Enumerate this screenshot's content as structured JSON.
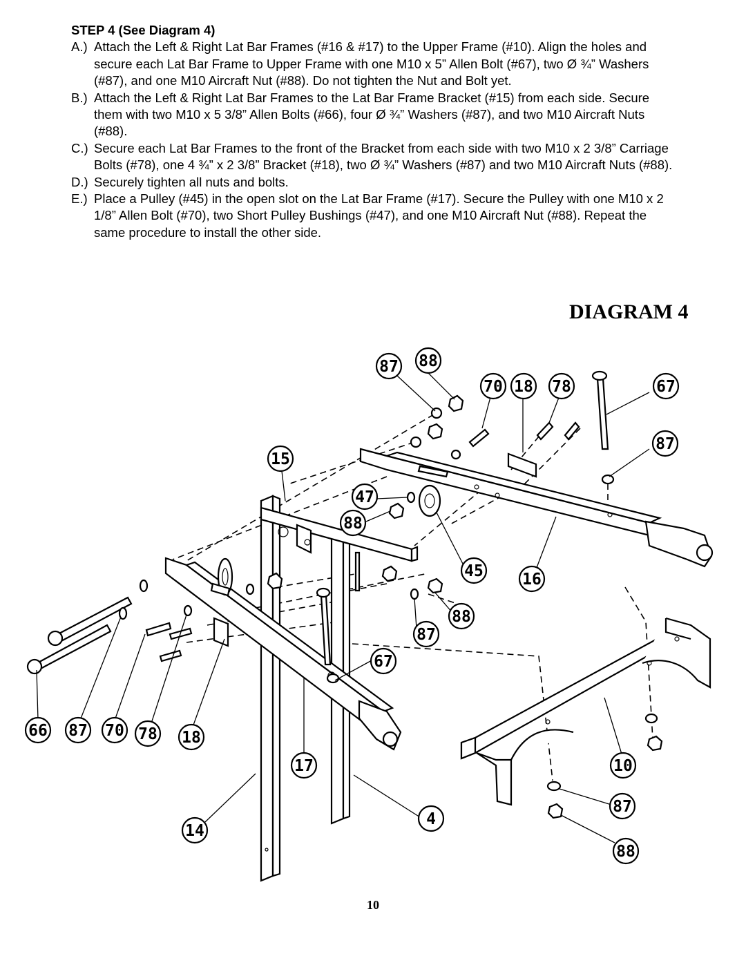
{
  "instructions": {
    "heading": "STEP 4   (See Diagram 4)",
    "steps": [
      {
        "marker": "A.)",
        "text": "Attach the Left & Right Lat Bar Frames (#16 & #17) to the Upper Frame (#10). Align the holes and secure each Lat Bar Frame to Upper Frame with one M10 x 5” Allen Bolt (#67), two Ø ¾” Washers (#87), and one M10 Aircraft Nut (#88). Do not tighten the Nut and Bolt yet."
      },
      {
        "marker": "B.)",
        "text": "Attach the Left & Right Lat Bar Frames to the Lat Bar Frame Bracket (#15) from each side. Secure them with two M10 x 5 3/8” Allen Bolts (#66), four Ø ¾” Washers (#87), and two M10 Aircraft Nuts (#88)."
      },
      {
        "marker": "C.)",
        "text": "Secure each Lat Bar Frames to the front of the Bracket from each side with two M10 x 2 3/8” Carriage Bolts (#78), one 4 ¾” x 2 3/8” Bracket (#18), two Ø ¾” Washers (#87) and two M10 Aircraft Nuts (#88)."
      },
      {
        "marker": "D.)",
        "text": "Securely tighten all nuts and bolts."
      },
      {
        "marker": "E.)",
        "text": "Place a Pulley (#45) in the open slot on the Lat Bar Frame (#17). Secure the Pulley with one M10 x 2 1/8” Allen Bolt (#70), two Short Pulley Bushings (#47), and one M10 Aircraft Nut (#88).  Repeat the same procedure to install the other side."
      }
    ]
  },
  "diagram": {
    "title": "DIAGRAM 4",
    "callouts": [
      "87",
      "88",
      "70",
      "18",
      "78",
      "67",
      "87",
      "15",
      "47",
      "88",
      "45",
      "16",
      "88",
      "87",
      "67",
      "66",
      "87",
      "70",
      "78",
      "18",
      "17",
      "10",
      "87",
      "14",
      "4",
      "88"
    ]
  },
  "footer": {
    "page_number": "10"
  }
}
